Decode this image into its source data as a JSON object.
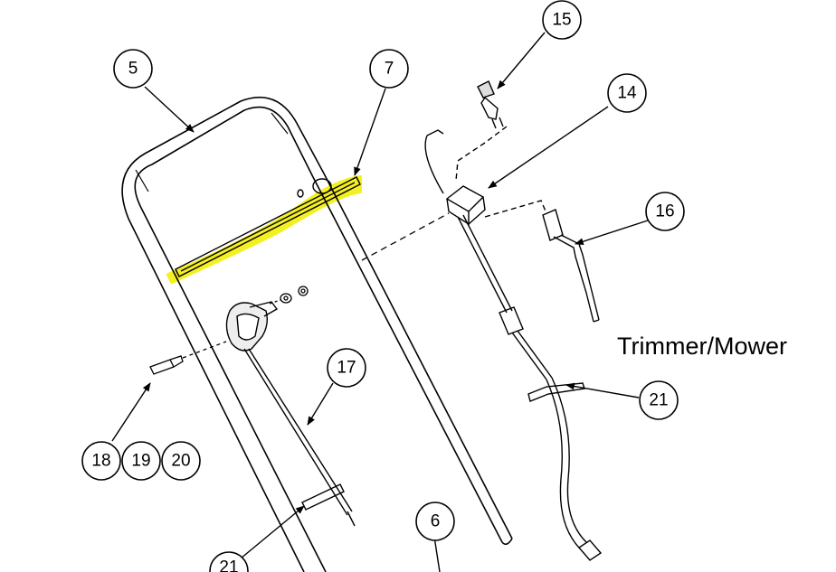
{
  "caption": "Trimmer/Mower",
  "callouts": {
    "c5": "5",
    "c7": "7",
    "c15": "15",
    "c14": "14",
    "c16": "16",
    "c17": "17",
    "c21a": "21",
    "c18": "18",
    "c19": "19",
    "c20": "20",
    "c6": "6",
    "c21b": "21"
  },
  "colors": {
    "line": "#000000",
    "highlight": "#f5f20a"
  }
}
